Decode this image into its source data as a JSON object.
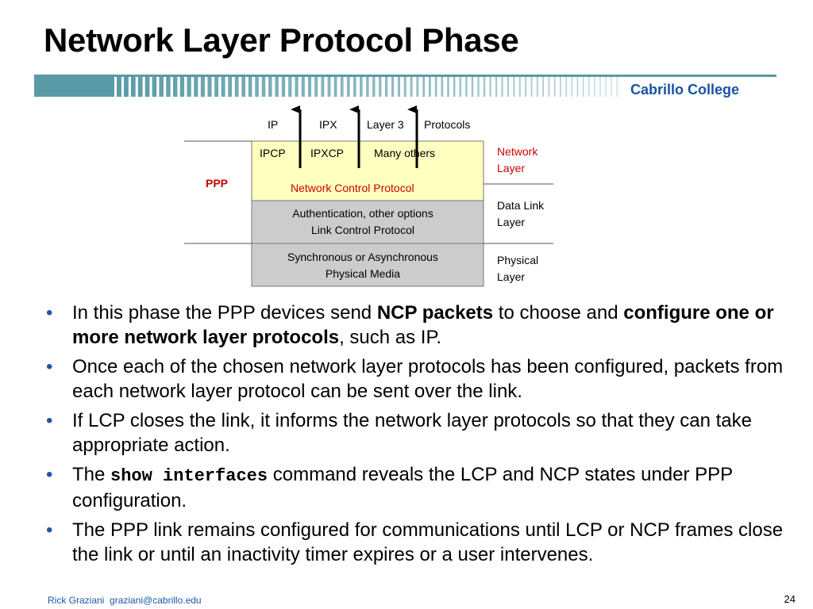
{
  "slide": {
    "title": "Network Layer Protocol Phase",
    "college": "Cabrillo College"
  },
  "diagram": {
    "top_labels": [
      "IP",
      "IPX",
      "Layer 3",
      "Protocols"
    ],
    "ppp_label": "PPP",
    "ncp_cells": [
      "IPCP",
      "IPXCP",
      "Many others"
    ],
    "ncp_name": "Network Control Protocol",
    "lcp_lines": [
      "Authentication, other options",
      "Link Control Protocol"
    ],
    "physical_lines": [
      "Synchronous or Asynchronous",
      "Physical Media"
    ],
    "osi_layers": [
      {
        "lines": [
          "Network",
          "Layer"
        ],
        "color": "#cc0000"
      },
      {
        "lines": [
          "Data Link",
          "Layer"
        ],
        "color": "#000000"
      },
      {
        "lines": [
          "Physical",
          "Layer"
        ],
        "color": "#000000"
      }
    ],
    "colors": {
      "ncp_fill": "#ffffc0",
      "lower_fill": "#cccccc",
      "red": "#cc0000",
      "banner": "#5a9aa6"
    }
  },
  "bullets": [
    {
      "parts": [
        {
          "text": "In this phase the PPP devices send "
        },
        {
          "text": "NCP packets",
          "style": "bold"
        },
        {
          "text": " to choose and "
        },
        {
          "text": "configure one or more network layer protocols",
          "style": "bold"
        },
        {
          "text": ", such as IP."
        }
      ]
    },
    {
      "parts": [
        {
          "text": "Once each of the chosen network layer protocols has been configured, packets from each network layer protocol can be sent over the link."
        }
      ]
    },
    {
      "parts": [
        {
          "text": "If LCP closes the link, it informs the network layer protocols so that they can take appropriate action."
        }
      ]
    },
    {
      "parts": [
        {
          "text": "The "
        },
        {
          "text": "show interfaces",
          "style": "code"
        },
        {
          "text": " command reveals the LCP and NCP states under PPP configuration."
        }
      ]
    },
    {
      "parts": [
        {
          "text": "The PPP link remains configured for communications until LCP or NCP frames close the link or until an inactivity timer expires or a user intervenes."
        }
      ]
    }
  ],
  "bullet_marker": "•",
  "footer": {
    "author": "Rick Graziani  graziani@cabrillo.edu",
    "page": "24"
  }
}
